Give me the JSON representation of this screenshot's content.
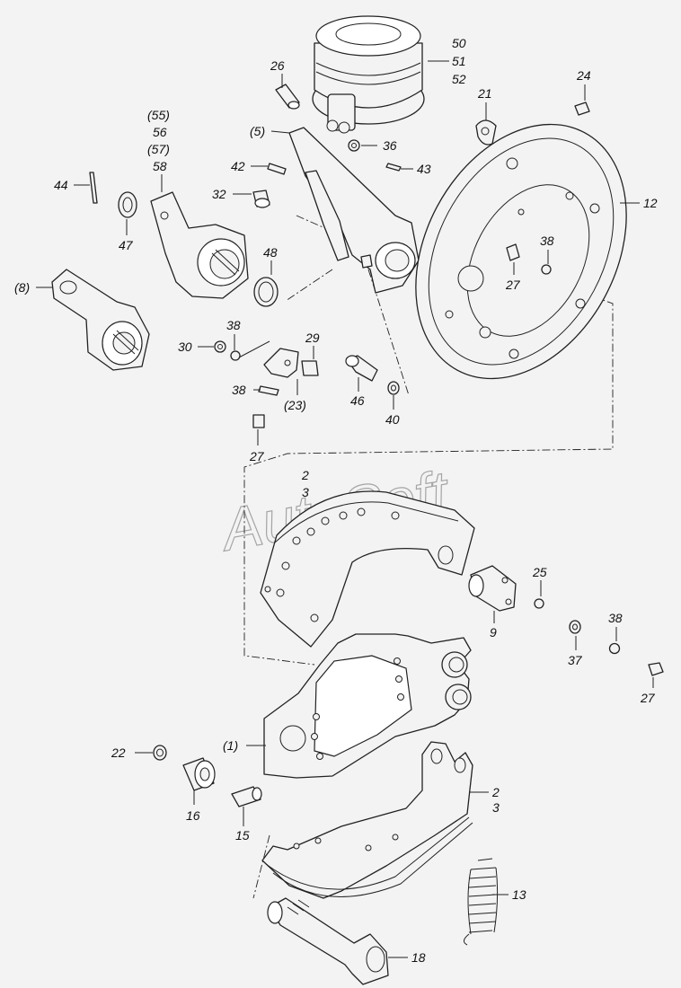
{
  "watermark": "AutoSoft",
  "callouts": {
    "c50": "50",
    "c51": "51",
    "c52": "52",
    "c26": "26",
    "c24": "24",
    "c21": "21",
    "c55": "(55)",
    "c56": "56",
    "c57": "(57)",
    "c58": "58",
    "c5": "(5)",
    "c36": "36",
    "c42": "42",
    "c43": "43",
    "c44": "44",
    "c32": "32",
    "c12": "12",
    "c47": "47",
    "c48": "48",
    "c38a": "38",
    "c27a": "27",
    "c8": "(8)",
    "c38b": "38",
    "c30": "30",
    "c29": "29",
    "c38c": "38",
    "c23": "(23)",
    "c46": "46",
    "c40": "40",
    "c27b": "27",
    "c2a": "2",
    "c3a": "3",
    "c25": "25",
    "c9": "9",
    "c38d": "38",
    "c37": "37",
    "c27c": "27",
    "c22": "22",
    "c1": "(1)",
    "c16": "16",
    "c15": "15",
    "c2b": "2",
    "c3b": "3",
    "c13": "13",
    "c18": "18"
  }
}
